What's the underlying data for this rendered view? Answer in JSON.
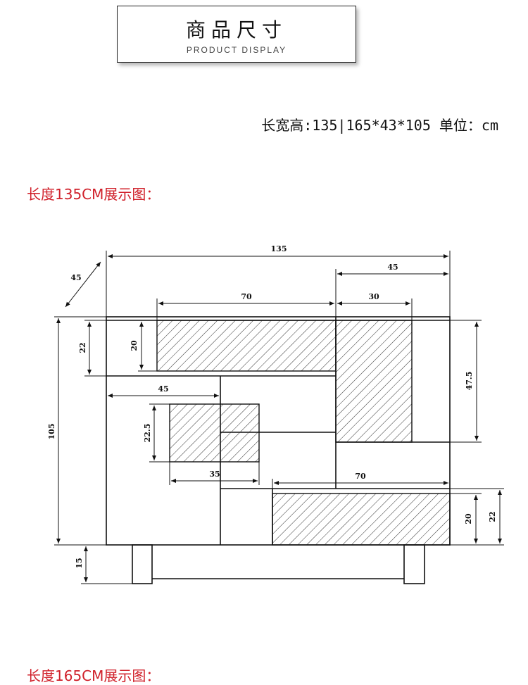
{
  "header": {
    "title": "商品尺寸",
    "subtitle": "PRODUCT DISPLAY"
  },
  "dimensions": {
    "text": "长宽高:135|165*43*105 单位：cm"
  },
  "sections": [
    {
      "heading": "长度135CM展示图："
    },
    {
      "heading": "长度165CM展示图："
    }
  ],
  "drawing": {
    "labels": {
      "total_width": "135",
      "depth": "45",
      "top_right_width": "45",
      "top_left_span": "70",
      "top_right_span": "30",
      "left_top_height": "22",
      "top_panel_height": "20",
      "right_panel_height": "47.5",
      "total_height": "105",
      "mid_left_width": "45",
      "mid_box_height": "22.5",
      "mid_box_width": "35",
      "bottom_span": "70",
      "bottom_panel_height": "20",
      "bottom_right_height": "22",
      "leg_height": "15"
    }
  }
}
